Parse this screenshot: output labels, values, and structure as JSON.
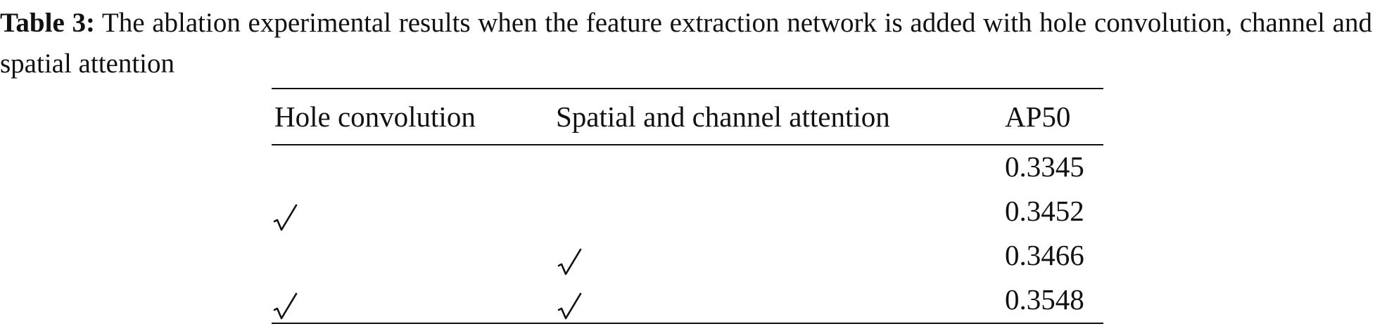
{
  "caption": {
    "label": "Table 3:",
    "text": "The ablation experimental results when the feature extraction network is added with hole convolution, channel and spatial attention"
  },
  "table": {
    "headers": [
      "Hole convolution",
      "Spatial and channel attention",
      "AP50"
    ],
    "rows": [
      {
        "hole_convolution": false,
        "attention": false,
        "ap50": "0.3345"
      },
      {
        "hole_convolution": true,
        "attention": false,
        "ap50": "0.3452"
      },
      {
        "hole_convolution": false,
        "attention": true,
        "ap50": "0.3466"
      },
      {
        "hole_convolution": true,
        "attention": true,
        "ap50": "0.3548"
      }
    ]
  },
  "icons": {
    "checkmark": "checkmark-icon"
  }
}
